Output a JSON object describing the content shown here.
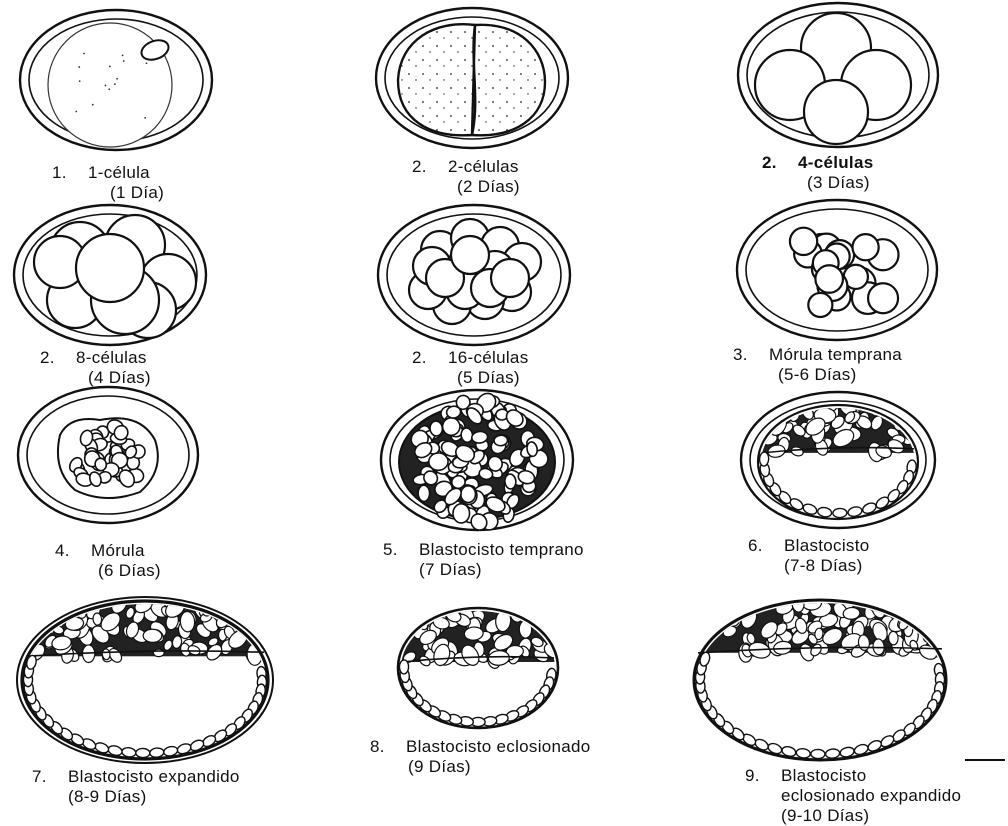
{
  "stages": [
    {
      "num": "1.",
      "name": "1-célula",
      "days": "(1 Día)"
    },
    {
      "num": "2.",
      "name": "2-células",
      "days": "(2 Días)"
    },
    {
      "num": "2.",
      "name": "4-células",
      "days": "(3 Días)"
    },
    {
      "num": "2.",
      "name": "8-células",
      "days": "(4 Días)"
    },
    {
      "num": "2.",
      "name": "16-células",
      "days": "(5 Días)"
    },
    {
      "num": "3.",
      "name": "Mórula temprana",
      "days": "(5-6 Días)"
    },
    {
      "num": "4.",
      "name": "Mórula",
      "days": "(6 Días)"
    },
    {
      "num": "5.",
      "name": "Blastocisto temprano",
      "days": "(7 Días)"
    },
    {
      "num": "6.",
      "name": "Blastocisto",
      "days": "(7-8 Días)"
    },
    {
      "num": "7.",
      "name": "Blastocisto expandido",
      "days": "(8-9 Días)"
    },
    {
      "num": "8.",
      "name": "Blastocisto eclosionado",
      "days": "(9 Días)"
    },
    {
      "num": "9.",
      "name": "Blastocisto",
      "name2": "eclosionado expandido",
      "days": "(9-10 Días)"
    }
  ]
}
